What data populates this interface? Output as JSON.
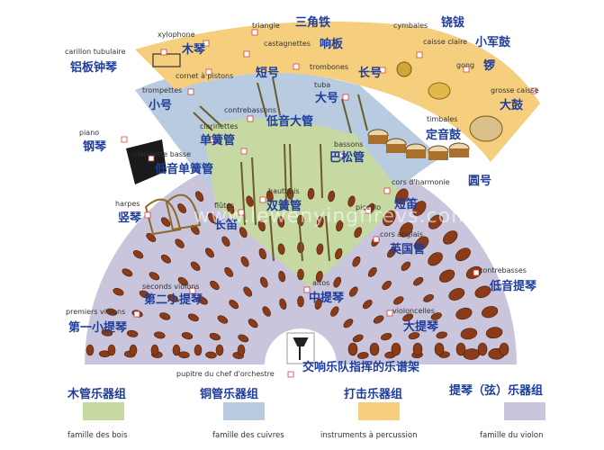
{
  "colors": {
    "woodwinds": "#c7d9a3",
    "brass": "#b9cbe0",
    "percussion": "#f5cf7e",
    "strings": "#c9c5dc",
    "label_zh": "#1f3d9a",
    "marker": "#d22b2b"
  },
  "instruments": {
    "carillon": {
      "fr": "carillon tubulaire",
      "zh": "铝板钟琴"
    },
    "xylophone": {
      "fr": "xylophone",
      "zh": "木琴"
    },
    "triangle": {
      "fr": "triangle",
      "zh": "三角铁"
    },
    "castagnettes": {
      "fr": "castagnettes",
      "zh": "响板"
    },
    "cymbales": {
      "fr": "cymbales",
      "zh": "铙钹"
    },
    "caisse_claire": {
      "fr": "caisse claire",
      "zh": "小军鼓"
    },
    "gong": {
      "fr": "gong",
      "zh": "锣"
    },
    "grosse_caisse": {
      "fr": "grosse caisse",
      "zh": "大鼓"
    },
    "cornet": {
      "fr": "cornet à pistons",
      "zh": "短号"
    },
    "trombones": {
      "fr": "trombones",
      "zh": "长号"
    },
    "trompettes": {
      "fr": "trompettes",
      "zh": "小号"
    },
    "tuba": {
      "fr": "tuba",
      "zh": "大号"
    },
    "timbales": {
      "fr": "timbales",
      "zh": "定音鼓"
    },
    "contrebassons": {
      "fr": "contrebassons",
      "zh": "低音大管"
    },
    "clarinettes": {
      "fr": "clarinettes",
      "zh": "单簧管"
    },
    "piano": {
      "fr": "piano",
      "zh": "钢琴"
    },
    "bassons": {
      "fr": "bassons",
      "zh": "巴松管"
    },
    "clarinette_basse": {
      "fr": "clarinette basse",
      "zh": "低音单簧管"
    },
    "cors": {
      "fr": "cors d'harmonie",
      "zh": "圆号"
    },
    "hautbois": {
      "fr": "hautbois",
      "zh": "双簧管"
    },
    "harpes": {
      "fr": "harpes",
      "zh": "竖琴"
    },
    "flutes": {
      "fr": "flûtes",
      "zh": "长笛"
    },
    "piccolo": {
      "fr": "piccolo",
      "zh": "短笛"
    },
    "cors_anglais": {
      "fr": "cors anglais",
      "zh": "英国管"
    },
    "contrebasses": {
      "fr": "contrebasses",
      "zh": "低音提琴"
    },
    "seconds_violons": {
      "fr": "seconds violons",
      "zh": "第二小提琴"
    },
    "altos": {
      "fr": "altos",
      "zh": "中提琴"
    },
    "premiers_violons": {
      "fr": "premiers violons",
      "zh": "第一小提琴"
    },
    "violoncelles": {
      "fr": "violoncelles",
      "zh": "大提琴"
    },
    "pupitre": {
      "fr": "pupitre du chef d'orchestre",
      "zh": "交响乐队指挥的乐谱架"
    }
  },
  "legend": [
    {
      "zh": "木管乐器组",
      "fr": "famille des bois",
      "color": "#c7d9a3"
    },
    {
      "zh": "铜管乐器组",
      "fr": "famille des cuivres",
      "color": "#b9cbe0"
    },
    {
      "zh": "打击乐器组",
      "fr": "instruments à percussion",
      "color": "#f5cf7e"
    },
    {
      "zh": "提琴（弦）乐器组",
      "fr": "famille du violon",
      "color": "#c9c5dc"
    }
  ],
  "watermark": "www.lewenyingfirevs.com"
}
